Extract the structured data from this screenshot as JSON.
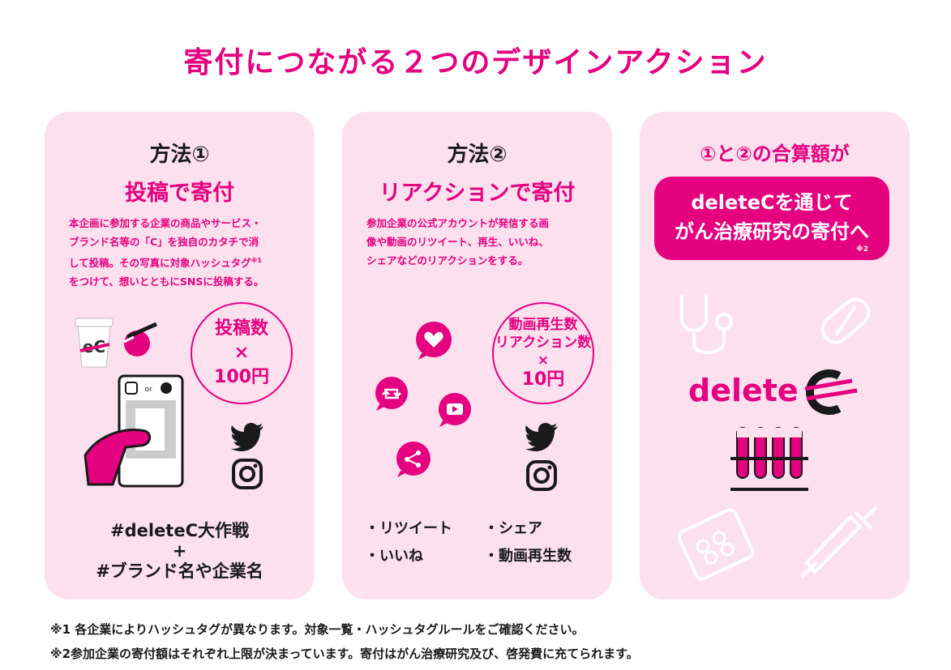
{
  "title": "寄付につながる２つのデザインアクション",
  "colors": {
    "accent": "#e4007f",
    "card_bg": "#fde0ee",
    "text": "#1a1a1a"
  },
  "card1": {
    "method": "方法①",
    "subtitle": "投稿で寄付",
    "desc_lines": [
      "本企画に参加する企業の商品やサービス・",
      "ブランド名等の「C」を独自のカタチで消",
      "して投稿。その写真に対象ハッシュタグ",
      "をつけて、想いとともにSNSに投稿する。"
    ],
    "desc_note": "※1",
    "circle": [
      "投稿数",
      "×",
      "100円"
    ],
    "phone_label": "or",
    "cup_text": "eC",
    "hashtag1": "#deleteC大作戦",
    "plus": "+",
    "hashtag2": "#ブランド名や企業名",
    "icons": [
      "coffee-cup-icon",
      "pen-icon",
      "phone-icon",
      "hand-icon",
      "twitter-icon",
      "instagram-icon"
    ]
  },
  "card2": {
    "method": "方法②",
    "subtitle": "リアクションで寄付",
    "desc_lines": [
      "参加企業の公式アカウントが発信する画",
      "像や動画のリツイート、再生、いいね、",
      "シェアなどのリアクションをする。"
    ],
    "circle": [
      "動画再生数",
      "リアクション数",
      "×",
      "10円"
    ],
    "bullets": [
      "・リツイート",
      "・シェア",
      "・いいね",
      "・動画再生数"
    ],
    "icons": [
      "heart-icon",
      "retweet-icon",
      "play-icon",
      "share-icon",
      "twitter-icon",
      "instagram-icon"
    ]
  },
  "card3": {
    "head": "①と②の合算額が",
    "pill_line1": "deleteCを通じて",
    "pill_line2": "がん治療研究の寄付へ",
    "pill_note": "※2",
    "logo_text": "delete",
    "icons": [
      "stethoscope-icon",
      "capsule-icon",
      "deletec-logo-icon",
      "test-tubes-icon",
      "pill-pack-icon",
      "syringe-icon"
    ]
  },
  "footnotes": [
    "※1 各企業によりハッシュタグが異なります。対象一覧・ハッシュタグルールをご確認ください。",
    "※2参加企業の寄付額はそれぞれ上限が決まっています。寄付はがん治療研究及び、啓発費に充てられます。"
  ]
}
